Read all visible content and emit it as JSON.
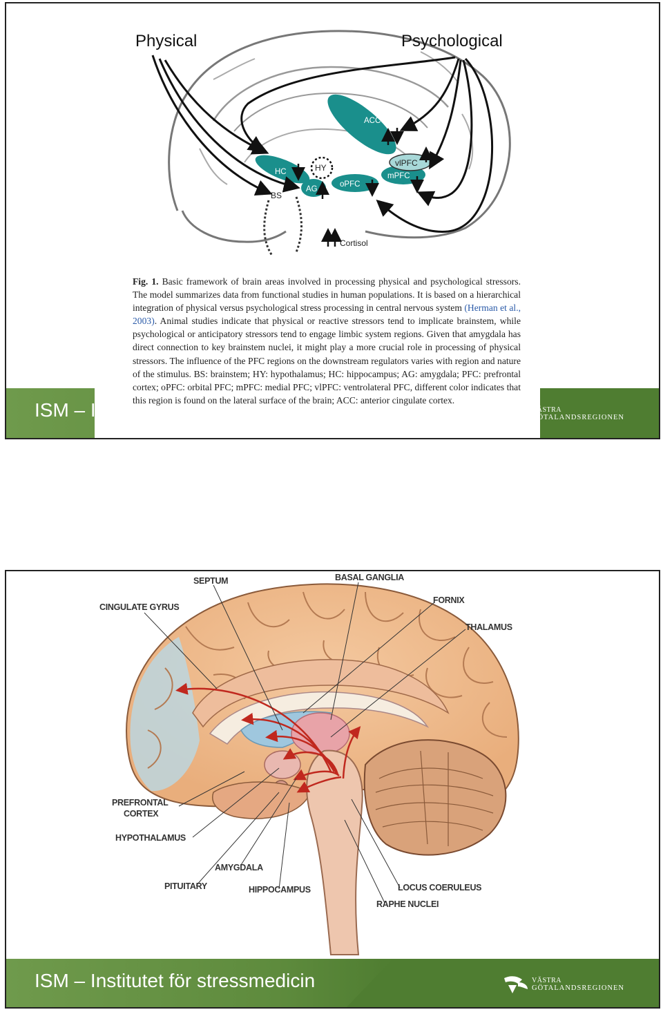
{
  "slide1": {
    "diagram": {
      "heading_left": "Physical",
      "heading_right": "Psychological",
      "regions": {
        "acc": "ACC",
        "hc": "HC",
        "hy": "HY",
        "ag": "AG",
        "bs": "BS",
        "opfc": "oPFC",
        "vlpfc": "vlPFC",
        "mpfc": "mPFC"
      },
      "cortisol": "Cortisol"
    },
    "caption": {
      "fig_label": "Fig. 1.",
      "text_before_ref": "Basic framework of brain areas involved in processing physical and psychological stressors. The model summarizes data from functional studies in human populations. It is based on a hierarchical integration of physical versus psychological stress processing in central nervous system",
      "reference": "(Herman et al., 2003)",
      "text_after_ref": ". Animal studies indicate that physical or reactive stressors tend to implicate brainstem, while psychological or anticipatory stressors tend to engage limbic system regions. Given that amygdala has direct connection to key brainstem nuclei, it might play a more crucial role in processing of physical stressors. The influence of the PFC regions on the downstream regulators varies with region and nature of the stimulus. BS: brainstem; HY: hypothalamus; HC: hippocampus; AG: amygdala; PFC: prefrontal cortex; oPFC: orbital PFC; mPFC: medial PFC; vlPFC: ventrolateral PFC, different color indicates that this region is found on the lateral surface of the brain; ACC: anterior cingulate cortex."
    },
    "footer": {
      "title": "ISM – I",
      "logo_line1": "VÄSTRA",
      "logo_line2": "GÖTALANDSREGIONEN"
    }
  },
  "slide2": {
    "labels": {
      "septum": "SEPTUM",
      "basal_ganglia": "BASAL GANGLIA",
      "cingulate_gyrus": "CINGULATE GYRUS",
      "fornix": "FORNIX",
      "thalamus": "THALAMUS",
      "prefrontal_cortex_1": "PREFRONTAL",
      "prefrontal_cortex_2": "CORTEX",
      "hypothalamus": "HYPOTHALAMUS",
      "amygdala": "AMYGDALA",
      "pituitary": "PITUITARY",
      "hippocampus": "HIPPOCAMPUS",
      "locus_coeruleus": "LOCUS COERULEUS",
      "raphe_nuclei": "RAPHE NUCLEI"
    },
    "footer": {
      "title": "ISM – Institutet för stressmedicin",
      "logo_line1": "VÄSTRA",
      "logo_line2": "GÖTALANDSREGIONEN"
    }
  },
  "colors": {
    "footer_green": "#4f7d31",
    "region_teal": "#1a8f8c",
    "arrow_red": "#c0281e"
  }
}
